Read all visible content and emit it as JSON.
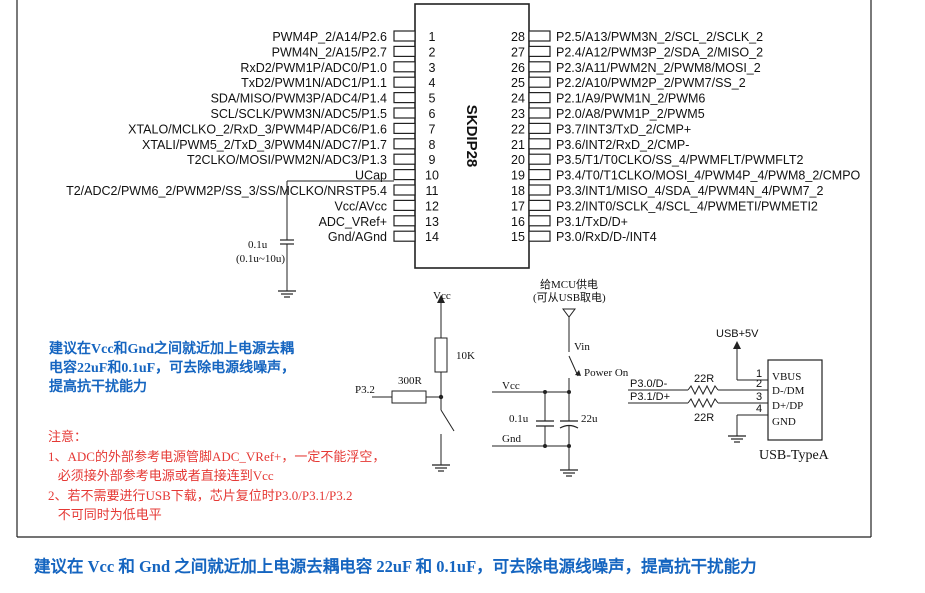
{
  "chip": {
    "name": "SKDIP28",
    "left_pins": [
      {
        "num": "1",
        "label": "PWM4P_2/A14/P2.6"
      },
      {
        "num": "2",
        "label": "PWM4N_2/A15/P2.7"
      },
      {
        "num": "3",
        "label": "RxD2/PWM1P/ADC0/P1.0"
      },
      {
        "num": "4",
        "label": "TxD2/PWM1N/ADC1/P1.1"
      },
      {
        "num": "5",
        "label": "SDA/MISO/PWM3P/ADC4/P1.4"
      },
      {
        "num": "6",
        "label": "SCL/SCLK/PWM3N/ADC5/P1.5"
      },
      {
        "num": "7",
        "label": "XTALO/MCLKO_2/RxD_3/PWM4P/ADC6/P1.6"
      },
      {
        "num": "8",
        "label": "XTALI/PWM5_2/TxD_3/PWM4N/ADC7/P1.7"
      },
      {
        "num": "9",
        "label": "T2CLKO/MOSI/PWM2N/ADC3/P1.3"
      },
      {
        "num": "10",
        "label": "UCap"
      },
      {
        "num": "11",
        "label": "T2/ADC2/PWM6_2/PWM2P/SS_3/SS/MCLKO/NRSTP5.4"
      },
      {
        "num": "12",
        "label": "Vcc/AVcc"
      },
      {
        "num": "13",
        "label": "ADC_VRef+"
      },
      {
        "num": "14",
        "label": "Gnd/AGnd"
      }
    ],
    "right_pins": [
      {
        "num": "28",
        "label": "P2.5/A13/PWM3N_2/SCL_2/SCLK_2"
      },
      {
        "num": "27",
        "label": "P2.4/A12/PWM3P_2/SDA_2/MISO_2"
      },
      {
        "num": "26",
        "label": "P2.3/A11/PWM2N_2/PWM8/MOSI_2"
      },
      {
        "num": "25",
        "label": "P2.2/A10/PWM2P_2/PWM7/SS_2"
      },
      {
        "num": "24",
        "label": "P2.1/A9/PWM1N_2/PWM6"
      },
      {
        "num": "23",
        "label": "P2.0/A8/PWM1P_2/PWM5"
      },
      {
        "num": "22",
        "label": "P3.7/INT3/TxD_2/CMP+"
      },
      {
        "num": "21",
        "label": "P3.6/INT2/RxD_2/CMP-"
      },
      {
        "num": "20",
        "label": "P3.5/T1/T0CLKO/SS_4/PWMFLT/PWMFLT2"
      },
      {
        "num": "19",
        "label": "P3.4/T0/T1CLKO/MOSI_4/PWM4P_4/PWM8_2/CMPO"
      },
      {
        "num": "18",
        "label": "P3.3/INT1/MISO_4/SDA_4/PWM4N_4/PWM7_2"
      },
      {
        "num": "17",
        "label": "P3.2/INT0/SCLK_4/SCL_4/PWMETI/PWMETI2"
      },
      {
        "num": "16",
        "label": "P3.1/TxD/D+"
      },
      {
        "num": "15",
        "label": "P3.0/RxD/D-/INT4"
      }
    ]
  },
  "ucap": {
    "cap": "0.1u",
    "range": "(0.1u~10u)"
  },
  "reset": {
    "vcc": "Vcc",
    "r_pullup": "10K",
    "r_series": "300R",
    "port": "P3.2"
  },
  "power": {
    "title1": "给MCU供电",
    "title2": "(可从USB取电)",
    "vin": "Vin",
    "power_on": "Power On",
    "vcc": "Vcc",
    "gnd": "Gnd",
    "c1": "0.1u",
    "c2": "22u"
  },
  "usb": {
    "supply": "USB+5V",
    "sig1": "P3.0/D-",
    "sig2": "P3.1/D+",
    "r1": "22R",
    "r2": "22R",
    "pins": [
      {
        "num": "1",
        "name": "VBUS"
      },
      {
        "num": "2",
        "name": "D-/DM"
      },
      {
        "num": "3",
        "name": "D+/DP"
      },
      {
        "num": "4",
        "name": "GND"
      }
    ],
    "type": "USB-TypeA"
  },
  "notes": {
    "blue": [
      "建议在Vcc和Gnd之间就近加上电源去耦",
      "电容22uF和0.1uF，可去除电源线噪声，",
      "提高抗干扰能力"
    ],
    "red": [
      "注意：",
      "1、ADC的外部参考电源管脚ADC_VRef+，一定不能浮空，",
      "   必须接外部参考电源或者直接连到Vcc",
      "2、若不需要进行USB下载，芯片复位时P3.0/P3.1/P3.2",
      "   不可同时为低电平"
    ]
  },
  "footer": "建议在 Vcc 和 Gnd 之间就近加上电源去耦电容 22uF 和 0.1uF，可去除电源线噪声，提高抗干扰能力"
}
